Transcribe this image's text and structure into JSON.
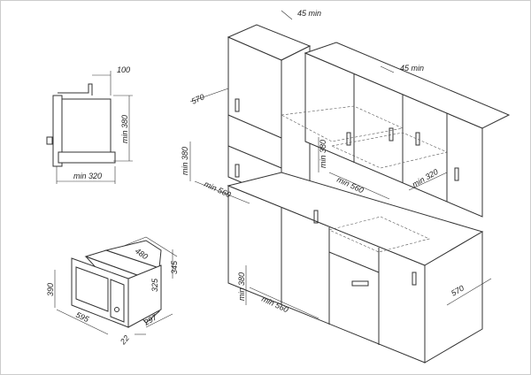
{
  "side_view": {
    "depth_offset": "100",
    "height": "min 380",
    "width": "min 320"
  },
  "microwave": {
    "depth": "480",
    "height_total": "345",
    "height_body": "325",
    "front_height": "390",
    "front_width": "595",
    "frame": "22",
    "depth_body": "297"
  },
  "kitchen": {
    "gap_top_left": "45 min",
    "gap_top_right": "45 min",
    "upper_left_depth": "570",
    "upper_left_height": "min 380",
    "upper_left_width": "min 560",
    "upper_right_height": "min 380",
    "upper_right_width": "min 560",
    "upper_right_depth": "min 320",
    "base_height": "min 380",
    "base_width": "min 560",
    "base_depth": "570"
  }
}
